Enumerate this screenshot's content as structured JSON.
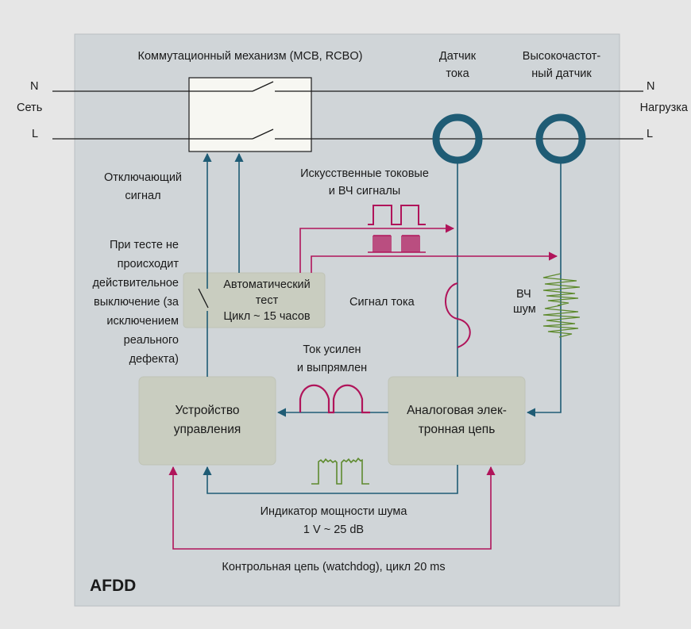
{
  "top_labels": {
    "switch_mechanism": "Коммутационный механизм (MCB, RCBO)",
    "current_sensor_l1": "Датчик",
    "current_sensor_l2": "тока",
    "hf_sensor_l1": "Высокочастот-",
    "hf_sensor_l2": "ный датчик"
  },
  "lines": {
    "n_left": "N",
    "supply": "Сеть",
    "l_left": "L",
    "n_right": "N",
    "load": "Нагрузка",
    "l_right": "L"
  },
  "trip_signal": {
    "l1": "Отключающий",
    "l2": "сигнал"
  },
  "artificial_signals": {
    "l1": "Искусственные токовые",
    "l2": "и ВЧ сигналы"
  },
  "test_note": {
    "l1": "При тесте не",
    "l2": "происходит",
    "l3": "действительное",
    "l4": "выключение (за",
    "l5": "исключением",
    "l6": "реального",
    "l7": "дефекта)"
  },
  "auto_test": {
    "l1": "Автоматический",
    "l2": "тест",
    "l3": "Цикл ~ 15 часов"
  },
  "current_signal": "Сигнал тока",
  "hf_noise": {
    "l1": "ВЧ",
    "l2": "шум"
  },
  "amplified": {
    "l1": "Ток усилен",
    "l2": "и выпрямлен"
  },
  "control_unit": {
    "l1": "Устройство",
    "l2": "управления"
  },
  "analog_circuit": {
    "l1": "Аналоговая элек-",
    "l2": "тронная цепь"
  },
  "noise_indicator": {
    "l1": "Индикатор мощности шума",
    "l2": "1 V ~ 25 dB"
  },
  "watchdog": "Контрольная цепь (watchdog), цикл 20 ms",
  "device_name": "AFDD",
  "colors": {
    "background": "#e6e6e6",
    "panel": "#d0d5d8",
    "box": "#c9cdc0",
    "teal": "#1f5c75",
    "magenta": "#b0145a",
    "green": "#5e8a2e",
    "switch_box": "#f7f7f2"
  }
}
